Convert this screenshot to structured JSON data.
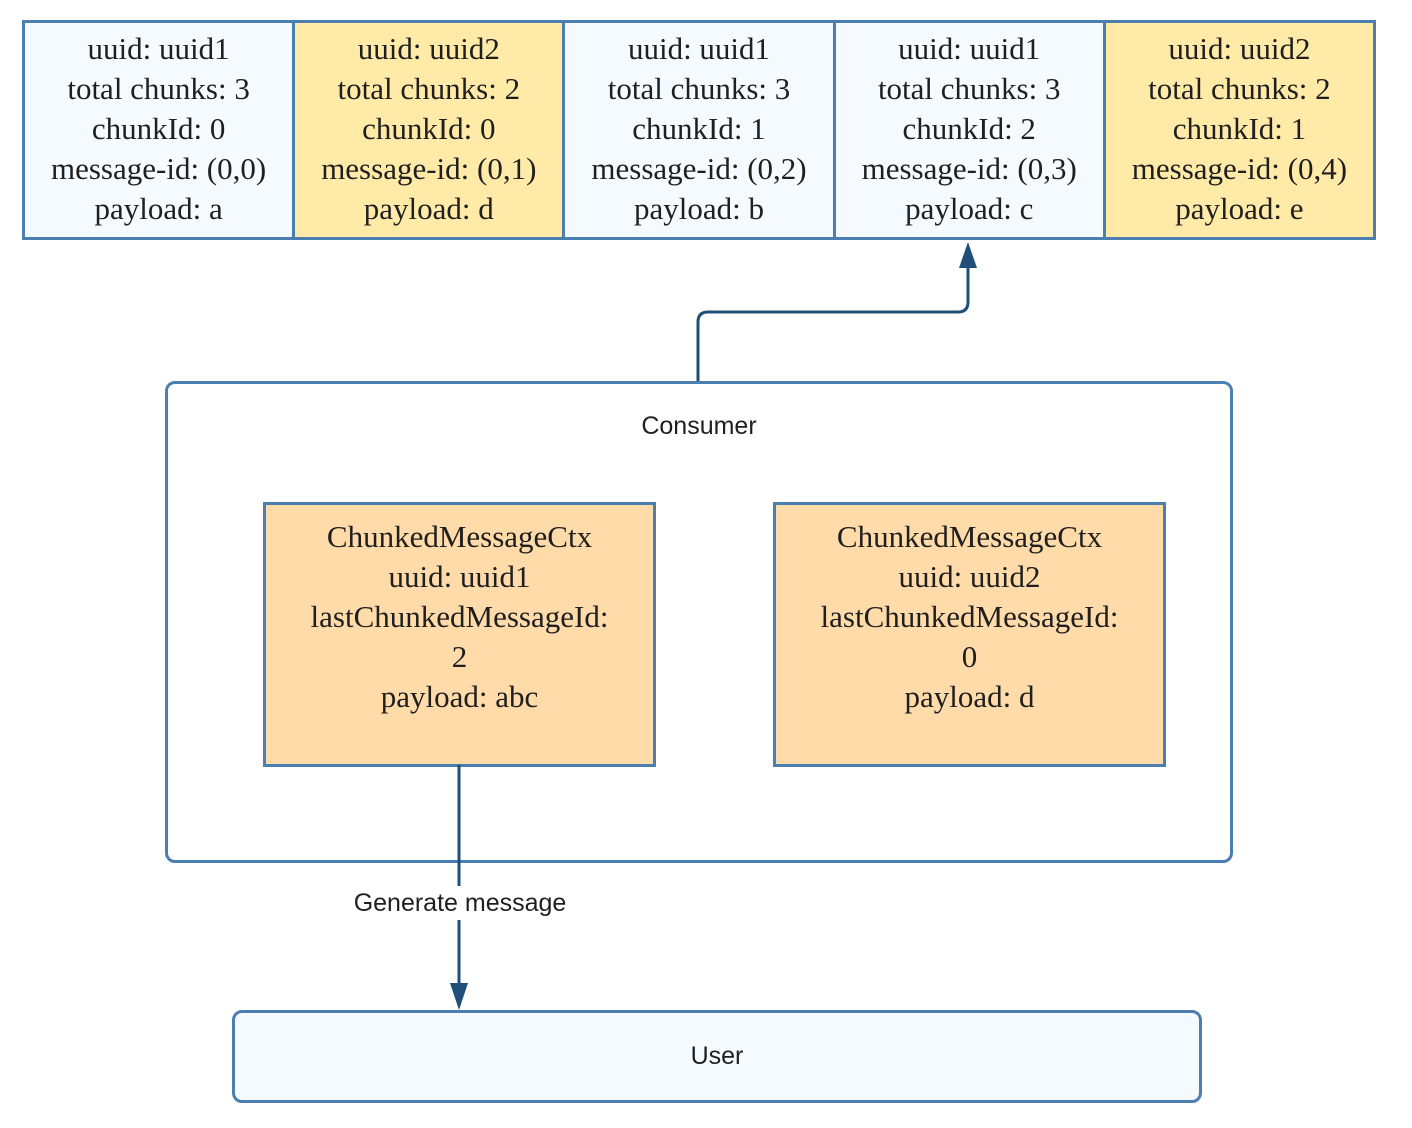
{
  "queue": {
    "messages": [
      {
        "group": "uuid1",
        "uuid": "uuid: uuid1",
        "total_chunks": "total chunks: 3",
        "chunk_id": "chunkId: 0",
        "message_id": "message-id: (0,0)",
        "payload": "payload: a"
      },
      {
        "group": "uuid2",
        "uuid": "uuid: uuid2",
        "total_chunks": "total chunks: 2",
        "chunk_id": "chunkId: 0",
        "message_id": "message-id: (0,1)",
        "payload": "payload: d"
      },
      {
        "group": "uuid1",
        "uuid": "uuid: uuid1",
        "total_chunks": "total chunks: 3",
        "chunk_id": "chunkId: 1",
        "message_id": "message-id: (0,2)",
        "payload": "payload: b"
      },
      {
        "group": "uuid1",
        "uuid": "uuid: uuid1",
        "total_chunks": "total chunks: 3",
        "chunk_id": "chunkId: 2",
        "message_id": "message-id: (0,3)",
        "payload": "payload: c"
      },
      {
        "group": "uuid2",
        "uuid": "uuid: uuid2",
        "total_chunks": "total chunks: 2",
        "chunk_id": "chunkId: 1",
        "message_id": "message-id: (0,4)",
        "payload": "payload: e"
      }
    ]
  },
  "consumer": {
    "label": "Consumer",
    "contexts": [
      {
        "title": "ChunkedMessageCtx",
        "uuid": "uuid: uuid1",
        "last_label": "lastChunkedMessageId:",
        "last_value": "2",
        "payload": "payload: abc"
      },
      {
        "title": "ChunkedMessageCtx",
        "uuid": "uuid: uuid2",
        "last_label": "lastChunkedMessageId:",
        "last_value": "0",
        "payload": "payload: d"
      }
    ]
  },
  "edges": {
    "generate_label": "Generate message"
  },
  "user": {
    "label": "User"
  },
  "colors": {
    "border": "#4a7fb0",
    "uuid1_fill": "#f5fafe",
    "uuid2_fill": "#ffeaa8",
    "ctx_fill": "#fedba8",
    "arrow": "#1f4e79"
  }
}
